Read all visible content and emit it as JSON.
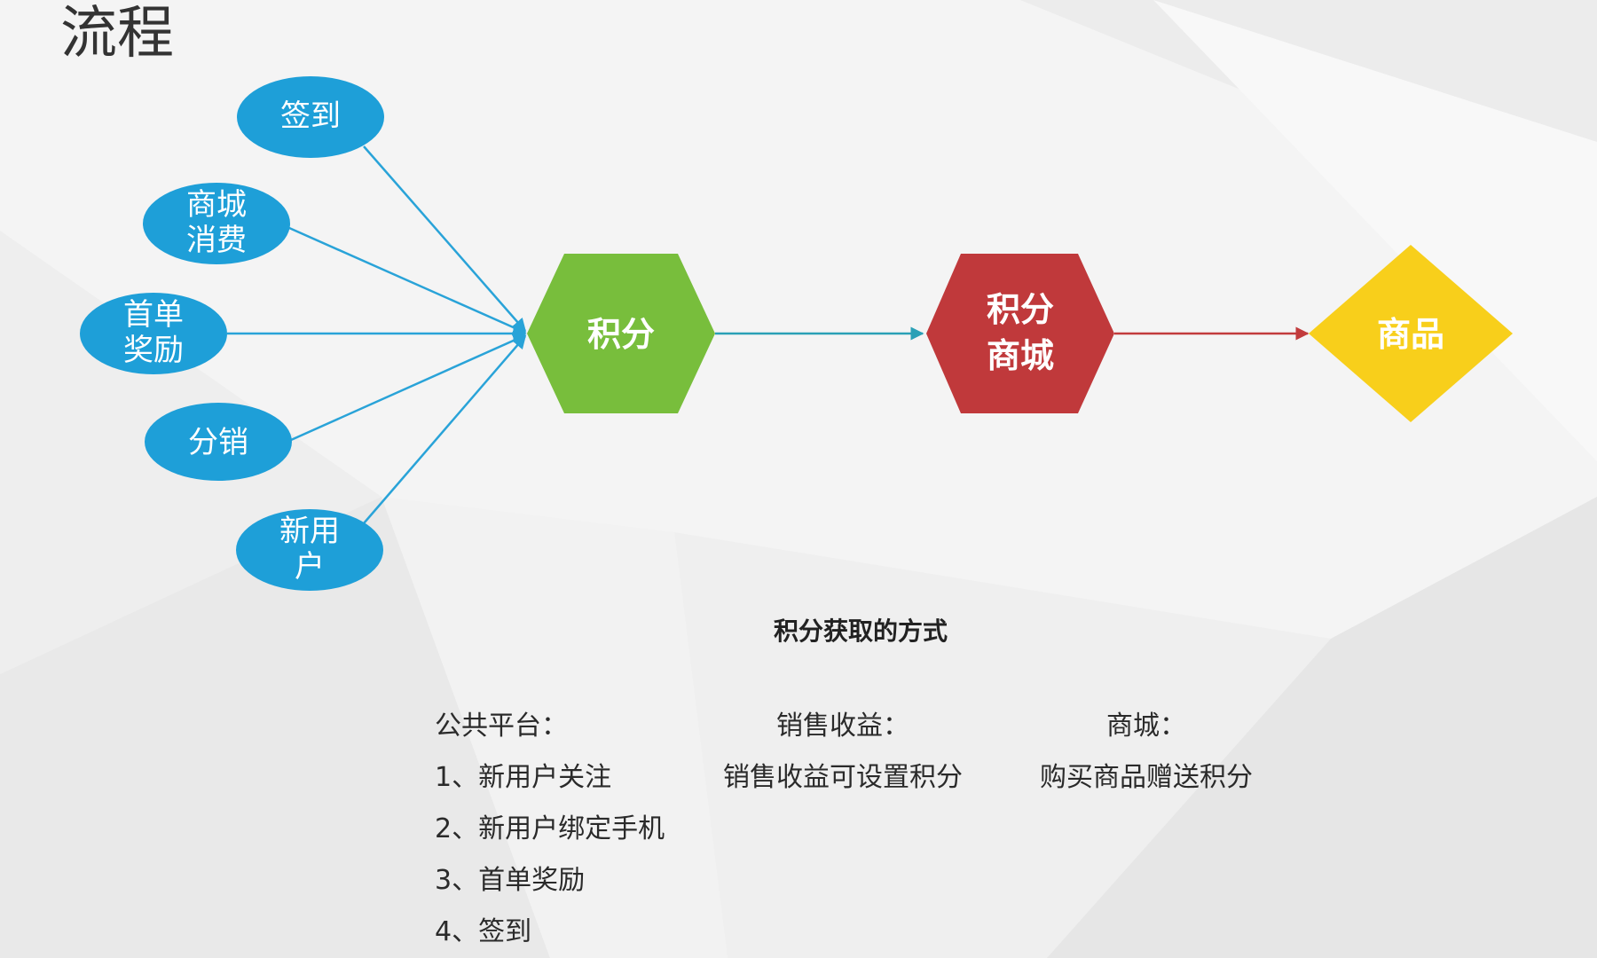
{
  "title": "流程",
  "sources": [
    {
      "label": [
        "签到"
      ]
    },
    {
      "label": [
        "商城",
        "消费"
      ]
    },
    {
      "label": [
        "首单",
        "奖励"
      ]
    },
    {
      "label": [
        "分销"
      ]
    },
    {
      "label": [
        "新用",
        "户"
      ]
    }
  ],
  "flow": {
    "points": {
      "label": [
        "积分"
      ],
      "color": "#78be3c"
    },
    "mall": {
      "label": [
        "积分",
        "商城"
      ],
      "color": "#c0393b"
    },
    "goods": {
      "label": [
        "商品"
      ],
      "color": "#f8cf1b"
    }
  },
  "colors": {
    "source": "#1e9fd8",
    "arrow_blue": "#29a3d8",
    "arrow_teal": "#2aa0b6",
    "arrow_red": "#c23b3c"
  },
  "caption": "积分获取的方式",
  "columns": [
    {
      "lines": [
        "公共平台：",
        "1、新用户关注",
        "2、新用户绑定手机",
        "3、首单奖励",
        "4、签到"
      ]
    },
    {
      "lines": [
        "销售收益：",
        "销售收益可设置积分"
      ]
    },
    {
      "lines": [
        "商城：",
        "购买商品赠送积分"
      ]
    }
  ]
}
